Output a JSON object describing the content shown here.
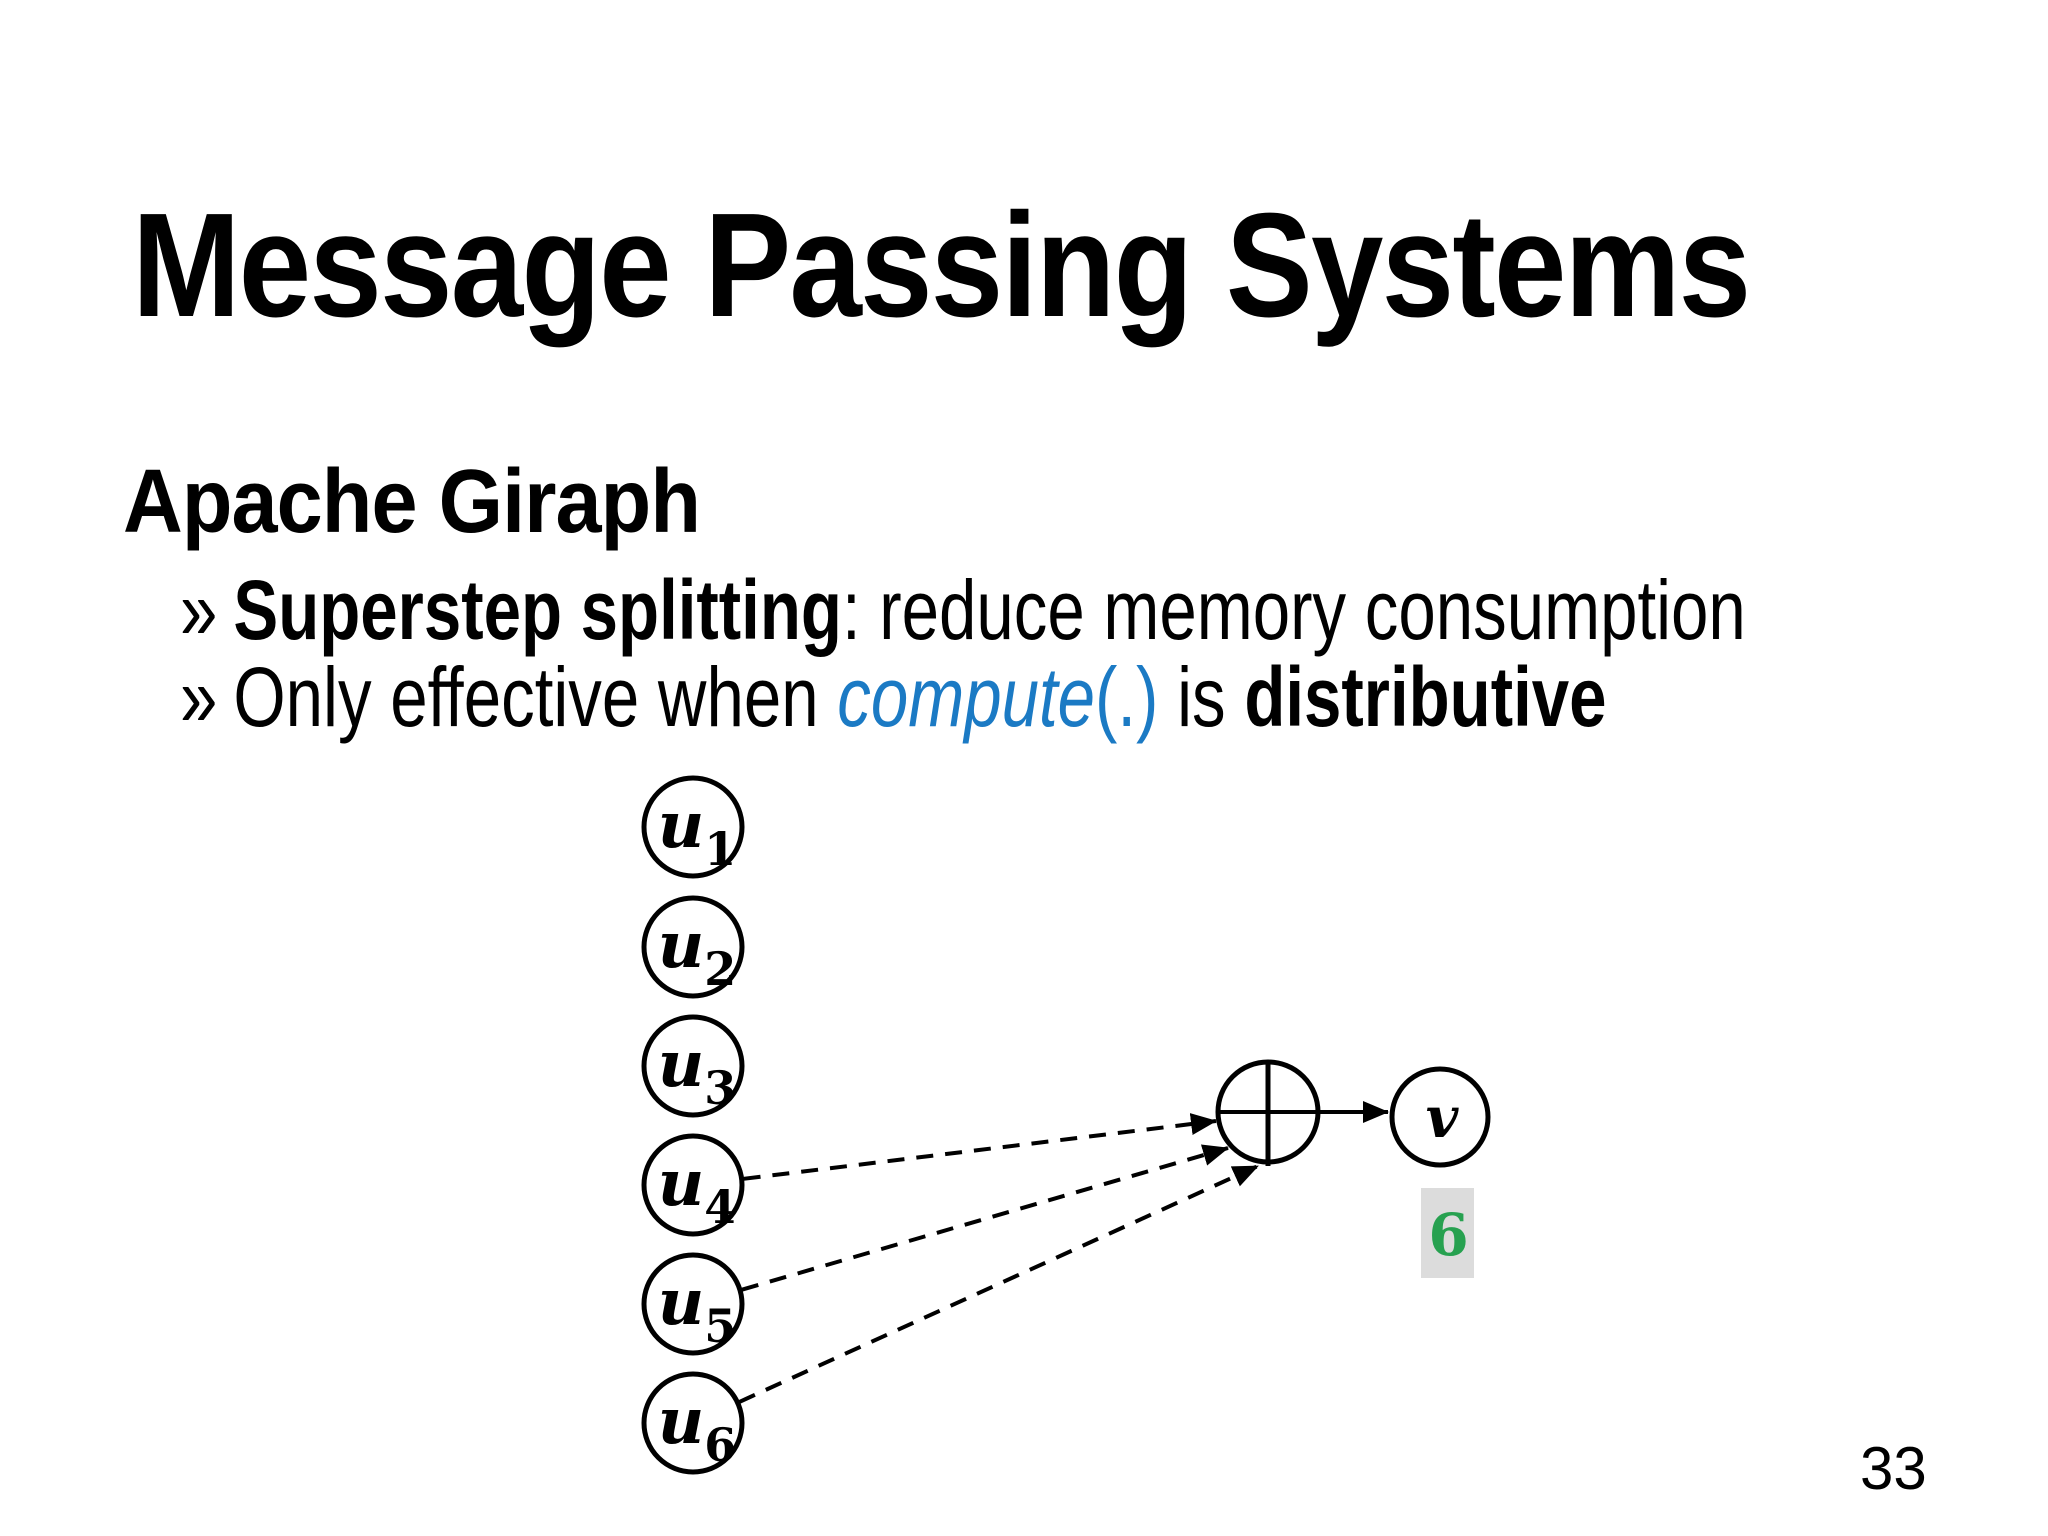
{
  "slide": {
    "title": "Message Passing Systems",
    "heading": "Apache Giraph",
    "bullet1": {
      "marker": "»",
      "emph": "Superstep splitting",
      "rest": ": reduce memory consumption"
    },
    "bullet2": {
      "marker": "»",
      "pre": "Only effective when ",
      "func_name": "compute",
      "func_args": "(.)",
      "mid": " is ",
      "emph": "distributive"
    },
    "page_number": "33"
  },
  "diagram": {
    "source_nodes": [
      {
        "label": "u",
        "subscript": "1"
      },
      {
        "label": "u",
        "subscript": "2"
      },
      {
        "label": "u",
        "subscript": "3"
      },
      {
        "label": "u",
        "subscript": "4"
      },
      {
        "label": "u",
        "subscript": "5"
      },
      {
        "label": "u",
        "subscript": "6"
      }
    ],
    "edges": [
      {
        "from_subscript": "4",
        "to": "aggregator",
        "style": "dashed"
      },
      {
        "from_subscript": "5",
        "to": "aggregator",
        "style": "dashed"
      },
      {
        "from_subscript": "6",
        "to": "aggregator",
        "style": "dashed"
      }
    ],
    "aggregator": {
      "symbol": "circled-plus"
    },
    "target_node": {
      "label": "v"
    },
    "result": {
      "value": "6"
    }
  },
  "colors": {
    "accent_blue": "#1b7ac4",
    "result_green": "#27a150",
    "result_background": "#dcdcdc",
    "ink": "#000000"
  }
}
